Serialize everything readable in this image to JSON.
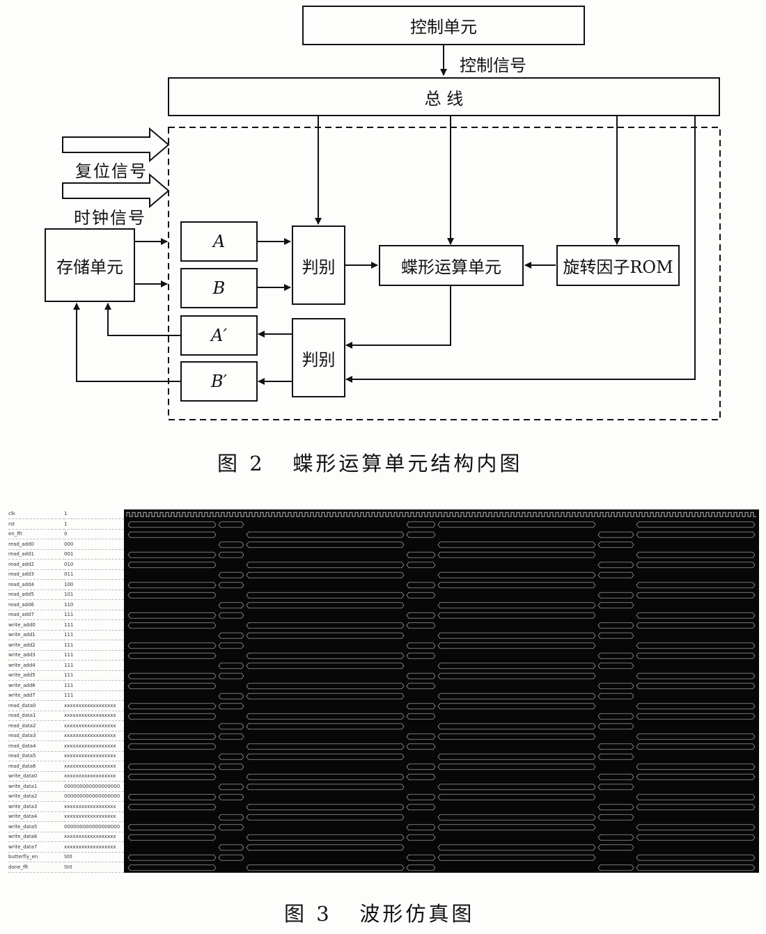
{
  "figure2": {
    "control_unit": "控制单元",
    "control_signal": "控制信号",
    "bus": "总 线",
    "reset_signal": "复位信号",
    "clock_signal": "时钟信号",
    "storage_unit": "存储单元",
    "reg_a": "A",
    "reg_b": "B",
    "reg_a_prime": "A′",
    "reg_b_prime": "B′",
    "discriminator_top": "判别",
    "discriminator_bottom": "判别",
    "butterfly_unit": "蝶形运算单元",
    "twiddle_rom": "旋转因子ROM",
    "caption": "图 2   蝶形运算单元结构内图"
  },
  "figure3": {
    "caption": "图 3   波形仿真图",
    "signals": [
      {
        "name": "clk",
        "value": "1"
      },
      {
        "name": "rst",
        "value": "1"
      },
      {
        "name": "en_fft",
        "value": "0"
      },
      {
        "name": "read_add0",
        "value": "000"
      },
      {
        "name": "read_add1",
        "value": "001"
      },
      {
        "name": "read_add2",
        "value": "010"
      },
      {
        "name": "read_add3",
        "value": "011"
      },
      {
        "name": "read_add4",
        "value": "100"
      },
      {
        "name": "read_add5",
        "value": "101"
      },
      {
        "name": "read_add6",
        "value": "110"
      },
      {
        "name": "read_add7",
        "value": "111"
      },
      {
        "name": "write_add0",
        "value": "111"
      },
      {
        "name": "write_add1",
        "value": "111"
      },
      {
        "name": "write_add2",
        "value": "111"
      },
      {
        "name": "write_add3",
        "value": "111"
      },
      {
        "name": "write_add4",
        "value": "111"
      },
      {
        "name": "write_add5",
        "value": "111"
      },
      {
        "name": "write_add6",
        "value": "111"
      },
      {
        "name": "write_add7",
        "value": "111"
      },
      {
        "name": "read_data0",
        "value": "xxxxxxxxxxxxxxxxxx"
      },
      {
        "name": "read_data1",
        "value": "xxxxxxxxxxxxxxxxxx"
      },
      {
        "name": "read_data2",
        "value": "xxxxxxxxxxxxxxxxxx"
      },
      {
        "name": "read_data3",
        "value": "xxxxxxxxxxxxxxxxxx"
      },
      {
        "name": "read_data4",
        "value": "xxxxxxxxxxxxxxxxxx"
      },
      {
        "name": "read_data5",
        "value": "xxxxxxxxxxxxxxxxxx"
      },
      {
        "name": "read_data6",
        "value": "xxxxxxxxxxxxxxxxxx"
      },
      {
        "name": "write_data0",
        "value": "xxxxxxxxxxxxxxxxxx"
      },
      {
        "name": "write_data1",
        "value": "000000000000000000"
      },
      {
        "name": "write_data2",
        "value": "000000000000000000"
      },
      {
        "name": "write_data3",
        "value": "xxxxxxxxxxxxxxxxxx"
      },
      {
        "name": "write_data4",
        "value": "xxxxxxxxxxxxxxxxxx"
      },
      {
        "name": "write_data5",
        "value": "000000000000000000"
      },
      {
        "name": "write_data6",
        "value": "xxxxxxxxxxxxxxxxxx"
      },
      {
        "name": "write_data7",
        "value": "xxxxxxxxxxxxxxxxxx"
      },
      {
        "name": "butterfly_en",
        "value": "St0"
      },
      {
        "name": "done_fft",
        "value": "St0"
      }
    ]
  }
}
